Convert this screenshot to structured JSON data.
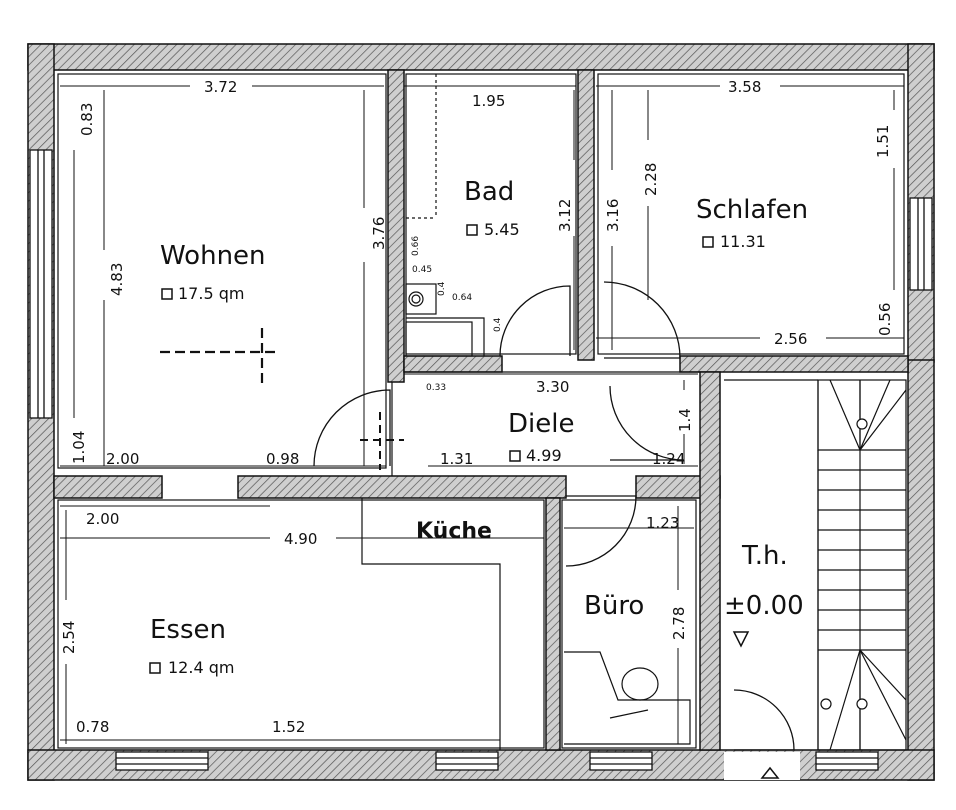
{
  "rooms": {
    "wohnen": {
      "name": "Wohnen",
      "area": "17.5 qm"
    },
    "bad": {
      "name": "Bad",
      "area": "5.45"
    },
    "schlafen": {
      "name": "Schlafen",
      "area": "11.31"
    },
    "diele": {
      "name": "Diele",
      "area": "4.99"
    },
    "kueche": {
      "name": "Küche"
    },
    "essen": {
      "name": "Essen",
      "area": "12.4 qm"
    },
    "buero": {
      "name": "Büro"
    },
    "treppenhaus": {
      "name": "T.h.",
      "level": "±0.00"
    }
  },
  "dimensions": {
    "wohnen_width": "3.72",
    "wohnen_upper_wall": "0.83",
    "wohnen_height": "4.83",
    "wohnen_right": "3.76",
    "wohnen_lower_wall": "1.04",
    "wohnen_bottom_left": "2.00",
    "wohnen_bottom_door": "0.98",
    "bad_width": "1.95",
    "bad_height": "3.12",
    "bad_wc_66": "0.66",
    "bad_wc_45": "0.45",
    "bad_wc_4a": "0.4",
    "bad_wc_64": "0.64",
    "bad_wc_4b": "0.4",
    "schlafen_width": "3.58",
    "schlafen_left": "3.16",
    "schlafen_inner": "2.28",
    "schlafen_right_top": "1.51",
    "schlafen_right_bottom": "0.56",
    "schlafen_bottom": "2.56",
    "diele_width": "3.30",
    "diele_small": "0.33",
    "diele_height": "1.4",
    "diele_bottom_mid": "1.31",
    "diele_bottom_right": "1.24",
    "essen_top_left": "2.00",
    "essen_width": "4.90",
    "essen_height": "2.54",
    "essen_bottom_left": "0.78",
    "essen_bottom_mid": "1.52",
    "buero_width": "1.23",
    "buero_height": "2.78"
  }
}
